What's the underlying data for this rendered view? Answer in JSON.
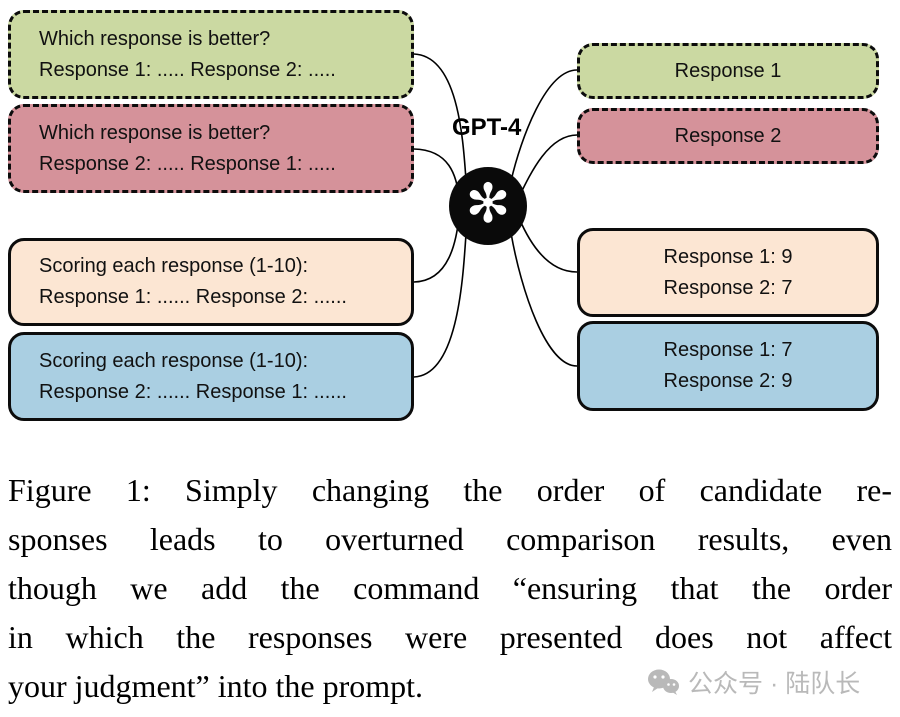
{
  "diagram": {
    "gpt_label": "GPT-4",
    "logo_glyph": "✻",
    "colors": {
      "green": "#cbd9a2",
      "pink": "#d5929a",
      "peach": "#fce6d3",
      "blue": "#aacfe2"
    },
    "left_boxes": [
      {
        "lines": [
          "Which response is better?",
          "Response 1: .....  Response 2: ....."
        ],
        "style": "dashed"
      },
      {
        "lines": [
          "Which response is better?",
          "Response 2: .....  Response 1: ....."
        ],
        "style": "dashed"
      },
      {
        "lines": [
          "Scoring each response (1-10):",
          "Response 1: ......  Response 2: ......"
        ],
        "style": "solid"
      },
      {
        "lines": [
          "Scoring each response (1-10):",
          "Response 2: ......  Response 1: ......"
        ],
        "style": "solid"
      }
    ],
    "right_boxes": [
      {
        "lines": [
          "Response 1"
        ],
        "style": "dashed"
      },
      {
        "lines": [
          "Response 2"
        ],
        "style": "dashed"
      },
      {
        "lines": [
          "Response 1: 9",
          "Response 2: 7"
        ],
        "style": "solid"
      },
      {
        "lines": [
          "Response 1: 7",
          "Response 2: 9"
        ],
        "style": "solid"
      }
    ]
  },
  "caption": {
    "lines": [
      "Figure 1:  Simply changing the order of candidate re-",
      "sponses leads to overturned comparison results, even",
      "though we add the command “ensuring that the order",
      "in which the responses were presented does not affect",
      "your judgment” into the prompt."
    ]
  },
  "watermark": {
    "text": "公众号 · 陆队长"
  }
}
